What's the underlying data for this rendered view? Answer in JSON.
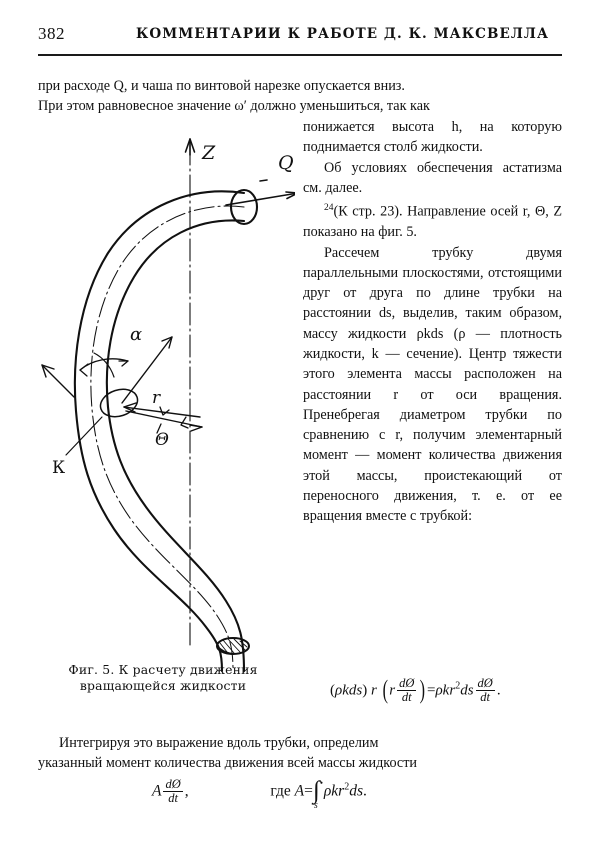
{
  "page": {
    "folio": "382",
    "running_title": "КОММЕНТАРИИ К РАБОТЕ Д. К. МАКСВЕЛЛА"
  },
  "body": {
    "lead_line_1": "при расходе Q, и чаша по винтовой нарезке опускается вниз.",
    "lead_line_2": "При этом равновесное значение ω′ должно уменьшиться, так как"
  },
  "right_column": {
    "para_1": "понижается высота h, на которую поднимается столб жидкости.",
    "para_2": "Об условиях обеспечения астатизма см. далее.",
    "para_3_marker": "24",
    "para_3": "(К стр. 23). Направление осей r, Θ, Z показано на фиг. 5.",
    "para_4": "Рассечем трубку двумя параллельными плоскостями, отстоящими друг от друга по длине трубки на расстоянии ds, выделив, таким образом, массу жидкости ρkds (ρ — плотность жидкости, k — сечение). Центр тяжести этого элемента массы расположен на расстоянии r от оси вращения. Пренебрегая диаметром трубки по сравнению с r, получим элементарный момент — момент количества движения этой массы, проистекающий от переносного движения, т. е. от ее вращения вместе с трубкой:"
  },
  "figure": {
    "caption_line_1": "Фиг. 5. К расчету движения",
    "caption_line_2": "вращающейся жидкости",
    "labels": {
      "axis_z": "Z",
      "flow_q": "Q",
      "angle_alpha": "α",
      "radius_r": "r",
      "angle_theta": "Θ",
      "section_k": "К"
    },
    "ink_color": "#111111"
  },
  "equation_1": {
    "open_paren": "(",
    "rho_k_ds": "ρkds",
    "close_paren": ")",
    "r_outer": "r",
    "big_open": "(",
    "r_inner": "r",
    "num": "dØ",
    "den": "dt",
    "equals": "=",
    "rhs_coef": "ρkr",
    "rhs_exp": "2",
    "rhs_ds": "ds",
    "rhs_num": "dØ",
    "rhs_den": "dt",
    "big_close": ")",
    "period": "."
  },
  "closing": {
    "line_1": "Интегрируя это выражение вдоль трубки, определим",
    "line_2": "указанный момент количества движения всей массы жидкости"
  },
  "equation_2": {
    "A": "A",
    "num": "dØ",
    "den": "dt",
    "comma": ",",
    "where": "где",
    "A2": "A",
    "equals": "=",
    "limit": "s",
    "integrand": "ρkr",
    "exp": "2",
    "ds": "ds",
    "period": "."
  }
}
